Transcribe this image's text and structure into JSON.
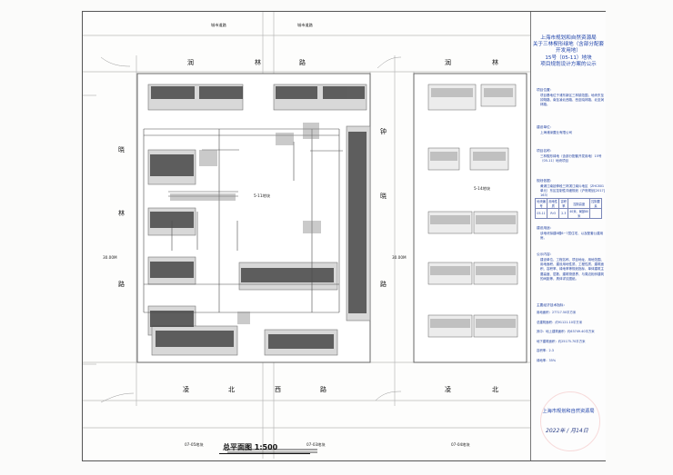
{
  "header": {
    "line1": "上海市规划和自然资源局",
    "line2": "关于三林楔形绿地（含部分配套开发用地）",
    "line3": "15号（05-11）地块",
    "line4": "项目规划设计方案的公示"
  },
  "project_location": {
    "label": "项目位置：",
    "text": "项目基地位于浦东新区三林镇范围，地块东至钟翔路、南至凌北西路、西至晓林路、北至润林路。"
  },
  "developer": {
    "label": "建设单位：",
    "text": "上海浦深置业有限公司"
  },
  "project_name": {
    "label": "项目名称：",
    "text": "三林楔形绿地（含部分配套开发用地）15号（05-11）地块项目"
  },
  "basis": {
    "label": "规划依据：",
    "text": "黄浦江南延伸段三林滨江南片地区（ZHC801 单元）东区控制性详细规划（沪府规划[2017]163）"
  },
  "table": {
    "headers": [
      "地块编号",
      "用地性质",
      "容积率",
      "控制高度",
      "控制要素"
    ],
    "row": [
      "05-11",
      "Rr3",
      "2.3",
      "40米、局部80米",
      ""
    ]
  },
  "building_type": {
    "label": "建设用途：",
    "text": "该地块拟建8幢6~7层住宅、以及配套公建用房。"
  },
  "publicity": {
    "label": "公示内容：",
    "text": "建设单位、工程名称、项目地址、用地范围、用地面积、建设用地性质、工程性质、建筑面积、容积率、绿地率等规划指标、单体建筑主要高度、层数、建筑物退界、与周边相邻建筑的间距等，具体详见图纸。"
  },
  "indicators": {
    "label": "主要经济技术指标：",
    "items": [
      "用地面积：27717.50平方米",
      "总建筑面积：约91121.10平方米",
      "其中：地上建筑面积：约63749.40平方米",
      "地下建筑面积：约25175.70平方米",
      "容积率：2.3",
      "绿地率：35%"
    ]
  },
  "footer": {
    "authority": "上海市规划和自然资源局",
    "date": "2022年 / 月14日"
  },
  "plan": {
    "title": "总平面图 1:500",
    "site_label": "5-11地块",
    "east_site_label": "5-14地块",
    "roads": {
      "north": [
        "润",
        "林",
        "路"
      ],
      "north_east": [
        "润",
        "林"
      ],
      "west": [
        "晓",
        "林",
        "路"
      ],
      "east": [
        "钟",
        "晓",
        "路"
      ],
      "south": [
        "凌",
        "北",
        "西",
        "路"
      ],
      "south_east": [
        "凌",
        "北"
      ]
    },
    "top_labels": [
      "城市道路",
      "城市道路"
    ],
    "bottom_labels": [
      "07-05地块",
      "07-03地块",
      "07-04地块"
    ],
    "side_label": "30.00M",
    "side_label_2": "30.00M"
  }
}
